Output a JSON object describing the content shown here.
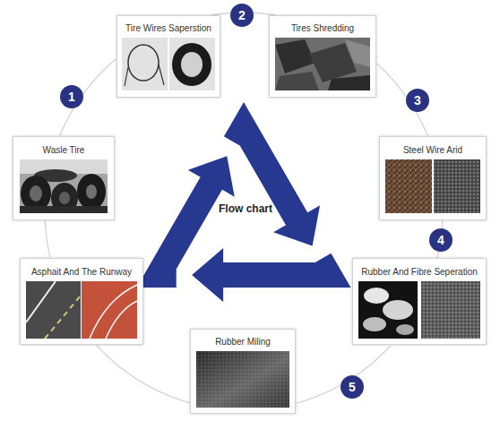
{
  "diagram": {
    "nodes": [
      {
        "text": [
          "Wasle Tire"
        ]
      },
      {
        "text": [
          "Tire Wires Saperstion"
        ]
      },
      {
        "text": [
          "Tires Shredding"
        ]
      },
      {
        "text": [
          "Steel Wire Arid"
        ]
      },
      {
        "text": [
          "Rubber And Fibre Seperation"
        ]
      },
      {
        "text": [
          "Rubber Miling"
        ]
      },
      {
        "text": [
          "Asphait And The Runway"
        ]
      }
    ],
    "edges": [
      {
        "from": 0,
        "to": 1,
        "arrow": "none"
      },
      {
        "from": 1,
        "to": 2,
        "arrow": "none"
      },
      {
        "from": 2,
        "to": 3,
        "arrow": "none"
      },
      {
        "from": 3,
        "to": 4,
        "arrow": "none"
      },
      {
        "from": 4,
        "to": 5,
        "arrow": "none"
      },
      {
        "from": 5,
        "to": 6,
        "arrow": "none"
      },
      {
        "from": 6,
        "to": 0,
        "arrow": "none"
      }
    ],
    "labels": [
      "1",
      "2",
      "3",
      "4",
      "5",
      "Flow chart"
    ]
  }
}
